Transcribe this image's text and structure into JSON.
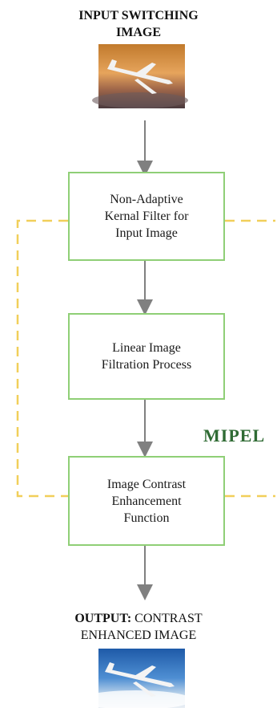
{
  "input": {
    "title_line1": "INPUT SWITCHING",
    "title_line2": "IMAGE"
  },
  "boxes": [
    {
      "line1": "Non-Adaptive",
      "line2": "Kernal Filter for",
      "line3": "Input Image"
    },
    {
      "line1": "Linear Image",
      "line2": "Filtration Process"
    },
    {
      "line1": "Image Contrast",
      "line2": "Enhancement",
      "line3": "Function"
    }
  ],
  "group_label": "MIPEL",
  "output": {
    "bold_part": "OUTPUT:",
    "rest_line1": " CONTRAST",
    "line2": "ENHANCED IMAGE"
  },
  "colors": {
    "box_border": "#8fcf76",
    "dashed": "#f1cf5a",
    "arrow": "#808080",
    "label": "#2f6b34"
  },
  "icons": {
    "input_image": "airplane-photo-sunset",
    "output_image": "airplane-photo-blue-sky"
  }
}
